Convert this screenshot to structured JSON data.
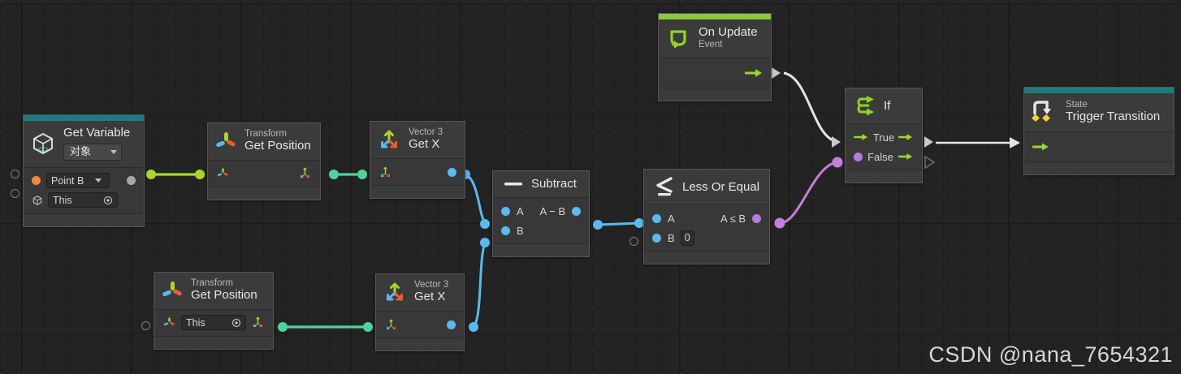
{
  "app": {
    "name": "unity-visual-scripting-graph",
    "watermark": "CSDN @nana_7654321"
  },
  "nodes": {
    "get_variable": {
      "title": "Get Variable",
      "dropdown_value": "对象",
      "header_accent": "#1d7d7d",
      "icon": "variable-cube-icon",
      "rows": [
        {
          "label": "Point B",
          "port_color": "#f0883e",
          "control": "dropdown"
        },
        {
          "label": "This",
          "port_color": "#b8b8b8",
          "control": "object-field"
        }
      ]
    },
    "transform_get_position_top": {
      "title_sub": "Transform",
      "title_main": "Get Position",
      "icon": "transform-axis-icon"
    },
    "vector3_get_x_top": {
      "title_sub": "Vector 3",
      "title_main": "Get X",
      "icon": "vector3-arrows-icon"
    },
    "transform_get_position_bottom": {
      "title_sub": "Transform",
      "title_main": "Get Position",
      "icon": "transform-axis-icon",
      "field_value": "This"
    },
    "vector3_get_x_bottom": {
      "title_sub": "Vector 3",
      "title_main": "Get X",
      "icon": "vector3-arrows-icon"
    },
    "subtract": {
      "title": "Subtract",
      "icon": "minus-icon",
      "input_a": "A",
      "input_b": "B",
      "output": "A − B"
    },
    "less_or_equal": {
      "title": "Less Or Equal",
      "icon": "less-or-equal-icon",
      "input_a": "A",
      "input_b": "B",
      "input_b_value": "0",
      "output": "A ≤ B"
    },
    "on_update": {
      "title_main": "On Update",
      "title_sub": "Event",
      "header_accent": "#8ec63f",
      "icon": "loop-arrow-icon"
    },
    "if_node": {
      "title": "If",
      "icon": "branch-icon",
      "true_label": "True",
      "false_label": "False"
    },
    "state_trigger_transition": {
      "title_sub": "State",
      "title_main": "Trigger Transition",
      "header_accent": "#1d7d7d",
      "icon": "transition-arrow-icon"
    }
  },
  "colors": {
    "wire_flow": "#e4e4e4",
    "wire_value_blue": "#5ab9ee",
    "wire_value_green": "#4fd39a",
    "wire_value_lime": "#a6d82a",
    "wire_bool_purple": "#c77ddc",
    "canvas_bg": "#232323",
    "node_bg": "#3b3b3b"
  }
}
